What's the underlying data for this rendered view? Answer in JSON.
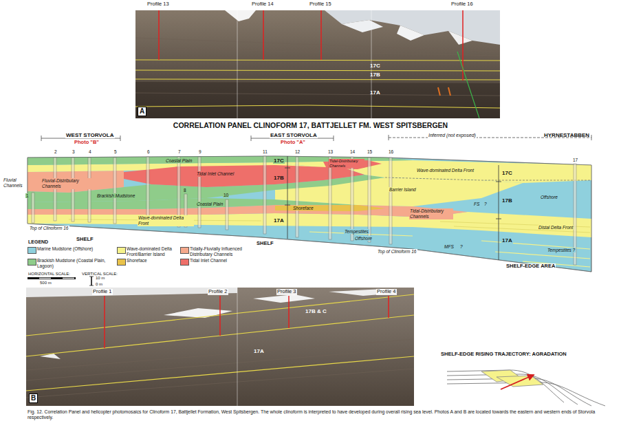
{
  "diagram": {
    "title": "CORRELATION PANEL CLINOFORM 17, BATTJELLET FM. WEST SPITSBERGEN",
    "caption": "Fig. 12. Correlation Panel and helicopter photomosaics for Clinoform 17, Battjellet Formation, West Spitsbergen. The whole clinoform is interpreted to have developed during overall rising sea level. Photos A and B are located towards the eastern and western ends of Storvola respectively.",
    "nodes": [
      {
        "text": [
          "Profile 13",
          "Profile 14",
          "Profile 15",
          "Profile 16",
          "17C",
          "17B",
          "17A",
          "A"
        ]
      },
      {
        "text": [
          "Profile 1",
          "Profile 2",
          "Profile 3",
          "Profile 4",
          "17B & C",
          "17A",
          "B"
        ]
      }
    ],
    "labels": [
      "WEST STORVOLA",
      "Photo \"B\"",
      "EAST STORVOLA",
      "Photo \"A\"",
      "Inferred (not exposed)",
      "HYRNESTABBEN",
      "2",
      "3",
      "4",
      "5",
      "6",
      "7",
      "9",
      "11",
      "12",
      "13",
      "14",
      "15",
      "16",
      "17",
      "1",
      "8",
      "10",
      "Coastal Plain",
      "17C",
      "Tidal-Distributary Channels",
      "Wave-dominated Delta Front",
      "17C",
      "Fluvial Channels",
      "Fluvial-Distributary Channels",
      "Tidal Inlet Channel",
      "17B",
      "Brackish Mudstone",
      "Barrier Island",
      "FS",
      "?",
      "Offshore",
      "17B",
      "Coastal Plain",
      "Shoreface",
      "Tidal-Distributary Channels",
      "Wave-dominated Delta Front",
      "17A",
      "Distal Delta Front",
      "17A",
      "Top of Clinoform 16",
      "SHELF",
      "Tempestites",
      "Offshore",
      "SHELF",
      "Top of Clinoform 16",
      "MFS",
      "?",
      "Tempestites ?",
      "SHELF-EDGE AREA",
      "LEGEND",
      "HORIZONTAL SCALE:",
      "500 m",
      "VERTICAL SCALE:",
      "10 m",
      "0 m",
      "SHELF-EDGE RISING TRAJECTORY: AGRADATION"
    ],
    "legend": [
      {
        "text": "Marine Mudstone (Offshore)",
        "color": "#8fd0dd"
      },
      {
        "text": "Brackish Mudstone (Coastal Plain, Lagoon)",
        "color": "#8fcc8a"
      },
      {
        "text": "Wave-dominated Delta Front/Barrier Island",
        "color": "#f6f28b"
      },
      {
        "text": "Shoreface",
        "color": "#e9c24a"
      },
      {
        "text": "Tidally-Fluvially Influenced Distributary Channels",
        "color": "#f5a98c"
      },
      {
        "text": "Tidal Inlet Channel",
        "color": "#ee6f6a"
      }
    ]
  }
}
